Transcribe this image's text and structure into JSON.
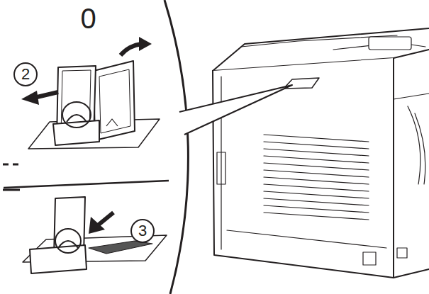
{
  "diagram": {
    "labels": [
      "0",
      "2",
      "3"
    ]
  }
}
